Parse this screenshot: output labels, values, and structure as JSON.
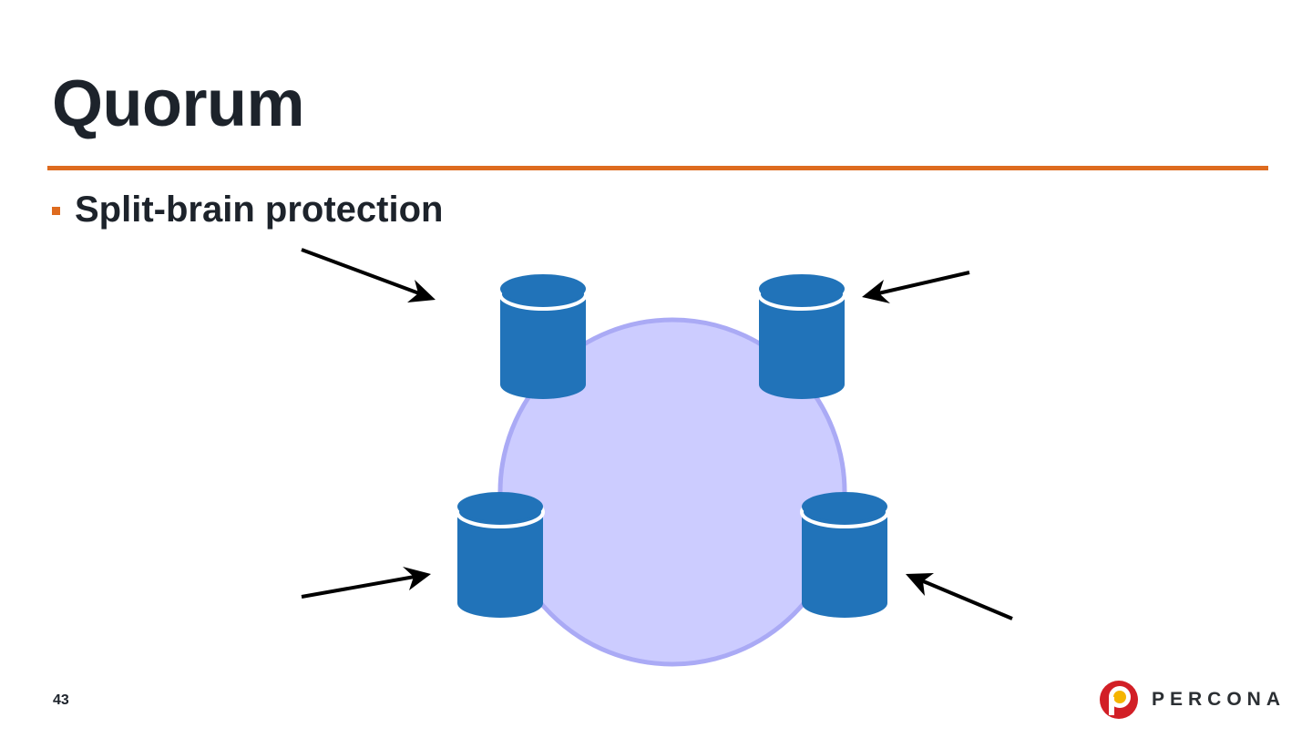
{
  "slide": {
    "title": "Quorum",
    "bullets": [
      {
        "text": "Split-brain protection"
      }
    ],
    "page_number": "43",
    "logo_text": "PERCONA"
  },
  "diagram": {
    "nodes": [
      {
        "name": "node-top-left",
        "icon": "database-icon"
      },
      {
        "name": "node-top-right",
        "icon": "database-icon"
      },
      {
        "name": "node-bottom-left",
        "icon": "database-icon"
      },
      {
        "name": "node-bottom-right",
        "icon": "database-icon"
      }
    ],
    "quorum_circle": {
      "fill": "#ccccff",
      "stroke": "#aaaaf5"
    },
    "arrows": [
      "pointing at node-top-left",
      "pointing at node-top-right",
      "pointing at node-bottom-left",
      "pointing at node-bottom-right"
    ]
  },
  "colors": {
    "accent": "#de6b1f",
    "title_text": "#1d232b",
    "database": "#2173b9",
    "arrow": "#000000",
    "logo_red": "#d21f26",
    "logo_yellow": "#f5b400"
  }
}
